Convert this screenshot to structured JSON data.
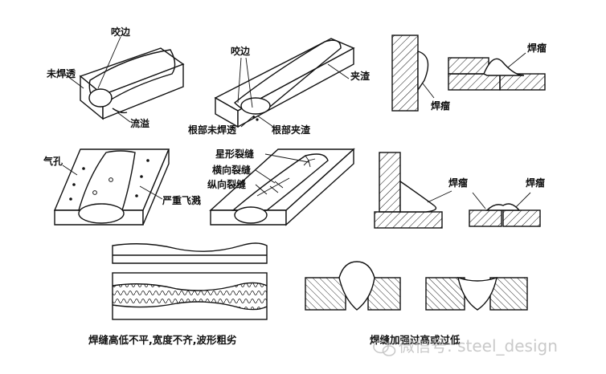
{
  "labels": {
    "undercut_1": "咬边",
    "incomplete_penetration_1": "未焊透",
    "overflow": "流溢",
    "undercut_2": "咬边",
    "slag_inclusion": "夹渣",
    "root_incomplete_penetration": "根部未焊透",
    "root_slag_inclusion": "根部夹渣",
    "overlap_1": "焊瘤",
    "overlap_2": "焊瘤",
    "porosity": "气孔",
    "severe_spatter": "严重飞溅",
    "star_crack": "星形裂缝",
    "transverse_crack": "横向裂缝",
    "longitudinal_crack": "纵向裂缝",
    "overlap_3": "焊瘤",
    "overlap_4": "焊瘤"
  },
  "captions": {
    "uneven_weld": "焊缝高低不平,宽度不齐,波形粗劣",
    "reinforcement": "焊缝加强过高或过低"
  },
  "watermark": "微信号: steel_design",
  "icons": {
    "watermark_logo": "wechat-icon"
  }
}
